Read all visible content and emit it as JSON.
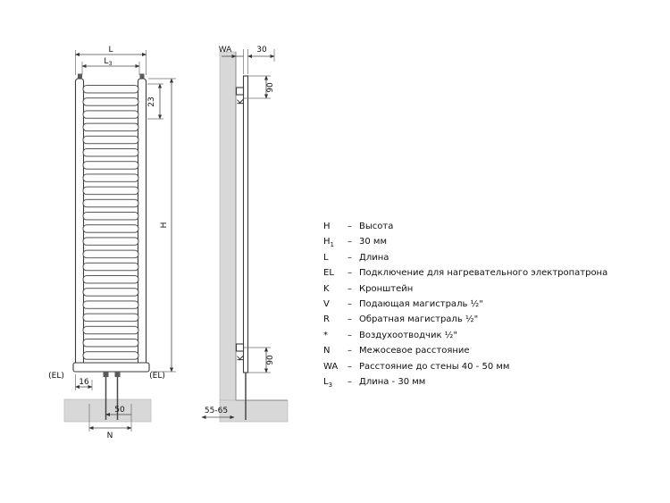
{
  "page": {
    "background": "#ffffff"
  },
  "colors": {
    "line": "#3a3a3a",
    "dim_line": "#4a4a4a",
    "grey_fill": "#d8d8d8"
  },
  "front_view": {
    "dims": {
      "L": "L",
      "L3_main": "L",
      "L3_sub": "3",
      "d23": "23",
      "H": "H",
      "el_left": "(EL)",
      "el_right": "(EL)",
      "d16": "16",
      "d50": "50",
      "N": "N"
    }
  },
  "side_view": {
    "dims": {
      "WA": "WA",
      "d30": "30",
      "d90_top": "90",
      "d90_bottom": "90",
      "K_top": "K",
      "K_bottom": "K",
      "d55_65": "55-65"
    }
  },
  "legend": {
    "dash": "–",
    "items": [
      {
        "symbol": "H",
        "sub": "",
        "desc": "Высота"
      },
      {
        "symbol": "H",
        "sub": "1",
        "desc": "30 мм"
      },
      {
        "symbol": "L",
        "sub": "",
        "desc": "Длина"
      },
      {
        "symbol": "EL",
        "sub": "",
        "desc": "Подключение для нагревательного электропатрона"
      },
      {
        "symbol": "K",
        "sub": "",
        "desc": "Кронштейн"
      },
      {
        "symbol": "V",
        "sub": "",
        "desc": "Подающая магистраль ½\""
      },
      {
        "symbol": "R",
        "sub": "",
        "desc": "Обратная магистраль ½\""
      },
      {
        "symbol": "*",
        "sub": "",
        "desc": "Воздухоотводчик ½\""
      },
      {
        "symbol": "N",
        "sub": "",
        "desc": "Межосевое расстояние"
      },
      {
        "symbol": "WA",
        "sub": "",
        "desc": "Расстояние до стены 40 - 50 мм"
      },
      {
        "symbol": "L",
        "sub": "3",
        "desc": "Длина - 30 мм"
      }
    ]
  }
}
